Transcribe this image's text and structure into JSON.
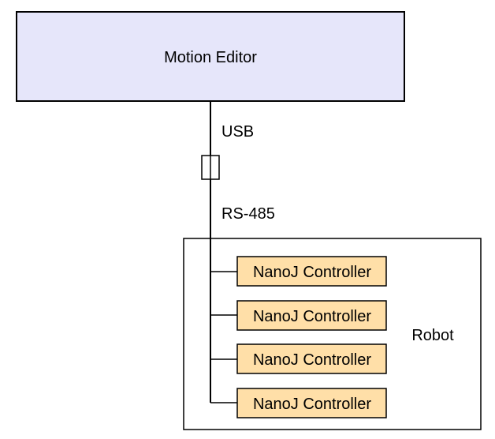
{
  "nodes": {
    "editor": {
      "label": "Motion Editor",
      "fill": "#e6e6fa"
    },
    "robot": {
      "label": "Robot",
      "fill": "#ffffff"
    },
    "controllers": [
      {
        "label": "NanoJ Controller",
        "fill": "#ffdfa8"
      },
      {
        "label": "NanoJ Controller",
        "fill": "#ffdfa8"
      },
      {
        "label": "NanoJ Controller",
        "fill": "#ffdfa8"
      },
      {
        "label": "NanoJ Controller",
        "fill": "#ffdfa8"
      }
    ],
    "converter": {
      "icon": "converter-icon"
    }
  },
  "links": {
    "usb_label": "USB",
    "rs485_label": "RS-485"
  },
  "colors": {
    "stroke": "#000000"
  }
}
